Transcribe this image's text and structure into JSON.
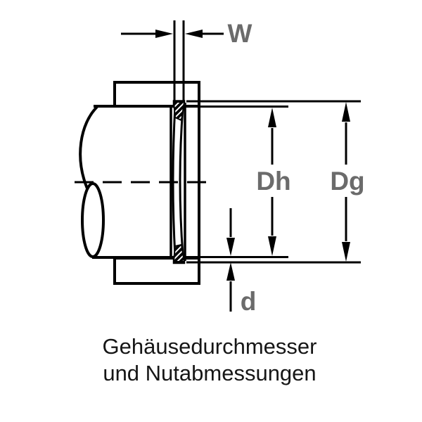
{
  "caption": {
    "line1": "Gehäusedurchmesser",
    "line2": "und Nutabmessungen"
  },
  "dimension_labels": {
    "groove_width": "W",
    "housing_bore_diameter": "Dh",
    "groove_outer_diameter": "Dg",
    "groove_depth": "d"
  },
  "colors": {
    "line": "#000000",
    "dimension_label": "#6b6b6b",
    "caption": "#161616",
    "background": "#ffffff"
  }
}
